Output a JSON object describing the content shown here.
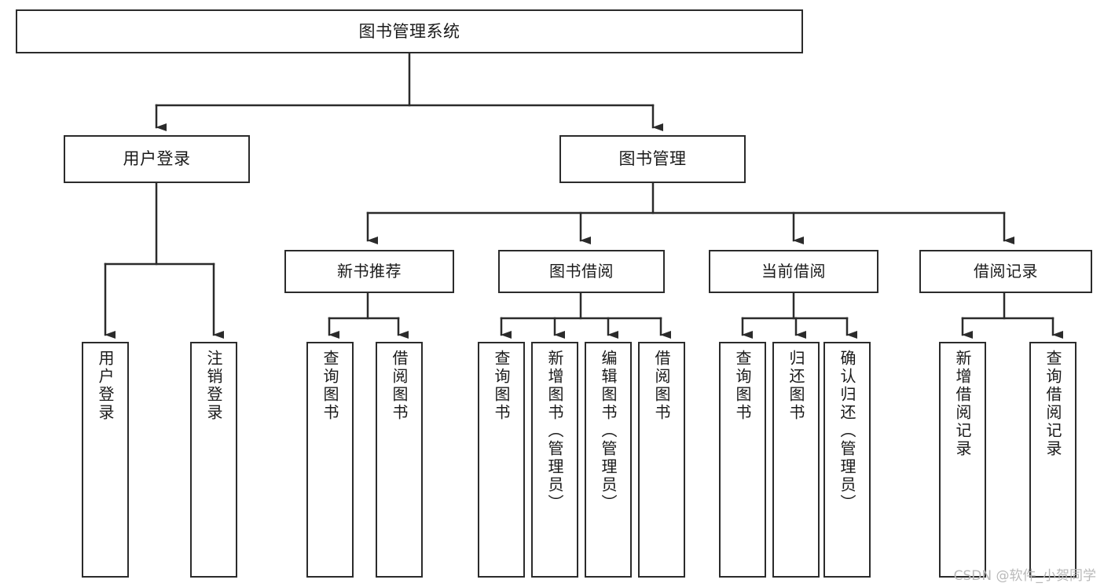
{
  "diagram": {
    "title": "图书管理系统",
    "type": "tree",
    "watermark": "CSDN @软件_小贺同学",
    "colors": {
      "stroke": "#2b2b2b",
      "fill": "#ffffff",
      "text": "#1a1a1a",
      "watermark": "#b9b9b9"
    },
    "nodes": {
      "root": {
        "label": "图书管理系统"
      },
      "level1": [
        {
          "label": "用户登录"
        },
        {
          "label": "图书管理"
        }
      ],
      "level2": [
        {
          "label": "新书推荐"
        },
        {
          "label": "图书借阅"
        },
        {
          "label": "当前借阅"
        },
        {
          "label": "借阅记录"
        }
      ],
      "leaves_user_login": [
        {
          "label": "用户登录"
        },
        {
          "label": "注销登录"
        }
      ],
      "leaves_new_books": [
        {
          "label": "查询图书"
        },
        {
          "label": "借阅图书"
        }
      ],
      "leaves_borrow": [
        {
          "label": "查询图书"
        },
        {
          "label": "新增图书（管理员）"
        },
        {
          "label": "编辑图书（管理员）"
        },
        {
          "label": "借阅图书"
        }
      ],
      "leaves_current": [
        {
          "label": "查询图书"
        },
        {
          "label": "归还图书"
        },
        {
          "label": "确认归还（管理员）"
        }
      ],
      "leaves_records": [
        {
          "label": "新增借阅记录"
        },
        {
          "label": "查询借阅记录"
        }
      ]
    }
  }
}
